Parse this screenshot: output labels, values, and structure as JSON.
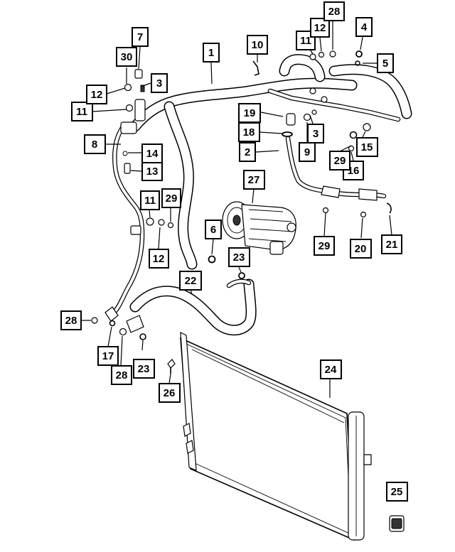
{
  "diagram": {
    "callouts": [
      {
        "id": "c1",
        "label": "1"
      },
      {
        "id": "c2",
        "label": "2"
      },
      {
        "id": "c3a",
        "label": "3"
      },
      {
        "id": "c3b",
        "label": "3"
      },
      {
        "id": "c4",
        "label": "4"
      },
      {
        "id": "c5",
        "label": "5"
      },
      {
        "id": "c6",
        "label": "6"
      },
      {
        "id": "c7",
        "label": "7"
      },
      {
        "id": "c8",
        "label": "8"
      },
      {
        "id": "c9",
        "label": "9"
      },
      {
        "id": "c10",
        "label": "10"
      },
      {
        "id": "c11a",
        "label": "11"
      },
      {
        "id": "c11b",
        "label": "11"
      },
      {
        "id": "c11c",
        "label": "11"
      },
      {
        "id": "c12a",
        "label": "12"
      },
      {
        "id": "c12b",
        "label": "12"
      },
      {
        "id": "c12c",
        "label": "12"
      },
      {
        "id": "c13",
        "label": "13"
      },
      {
        "id": "c14",
        "label": "14"
      },
      {
        "id": "c15",
        "label": "15"
      },
      {
        "id": "c16",
        "label": "16"
      },
      {
        "id": "c17",
        "label": "17"
      },
      {
        "id": "c18",
        "label": "18"
      },
      {
        "id": "c19",
        "label": "19"
      },
      {
        "id": "c20",
        "label": "20"
      },
      {
        "id": "c21",
        "label": "21"
      },
      {
        "id": "c22",
        "label": "22"
      },
      {
        "id": "c23a",
        "label": "23"
      },
      {
        "id": "c23b",
        "label": "23"
      },
      {
        "id": "c24",
        "label": "24"
      },
      {
        "id": "c25",
        "label": "25"
      },
      {
        "id": "c26",
        "label": "26"
      },
      {
        "id": "c27",
        "label": "27"
      },
      {
        "id": "c28a",
        "label": "28"
      },
      {
        "id": "c28b",
        "label": "28"
      },
      {
        "id": "c28c",
        "label": "28"
      },
      {
        "id": "c29a",
        "label": "29"
      },
      {
        "id": "c29b",
        "label": "29"
      },
      {
        "id": "c29c",
        "label": "29"
      },
      {
        "id": "c30",
        "label": "30"
      }
    ]
  }
}
